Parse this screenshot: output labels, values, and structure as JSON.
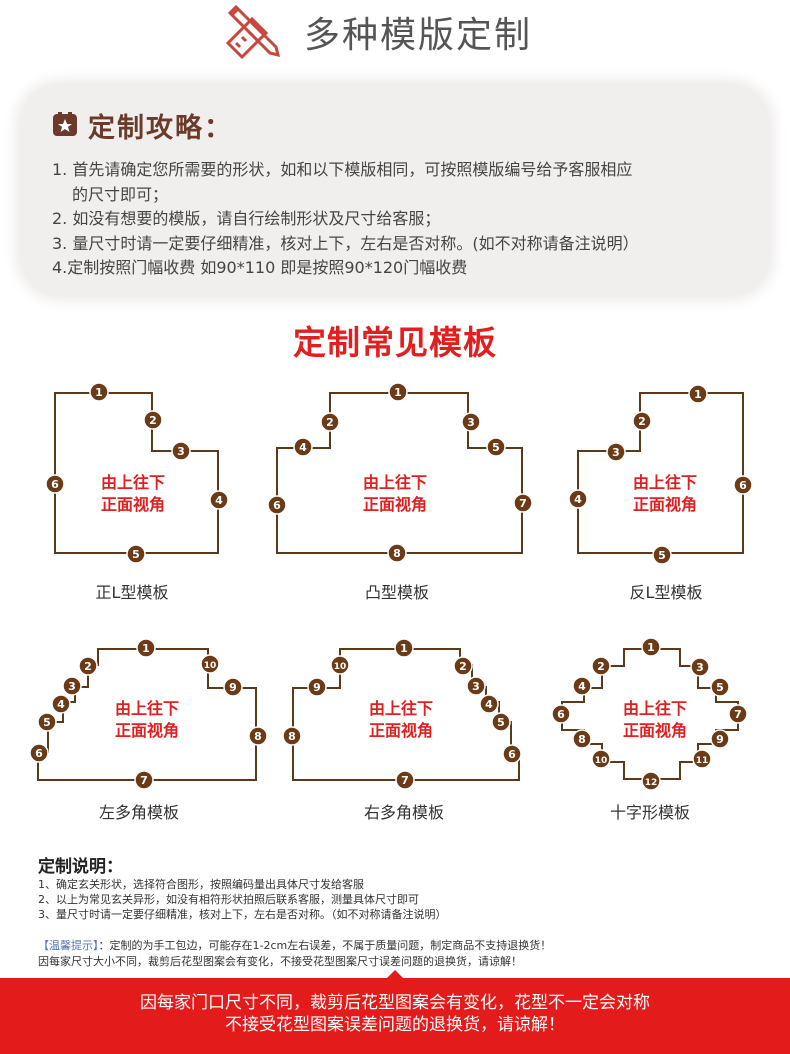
{
  "header": {
    "title": "多种模版定制",
    "icon": "ruler-pencil-icon",
    "color": "#555555"
  },
  "guide": {
    "title": "定制攻略：",
    "icon": "star-badge-icon",
    "items": [
      "1. 首先请确定您所需要的形状，如和以下模版相同，可按照模版编号给予客服相应",
      "的尺寸即可；",
      "2. 如没有想要的模版，请自行绘制形状及尺寸给客服；",
      "3. 量尺寸时请一定要仔细精准，核对上下，左右是否对称。(如不对称请备注说明）",
      "4.定制按照门幅收费  如90*110  即是按照90*120门幅收费"
    ]
  },
  "section_title": "定制常见模板",
  "center_text": [
    "由上往下",
    "正面视角"
  ],
  "colors": {
    "outline": "#5a3a1a",
    "badge": "#6b3a16",
    "accent_red": "#e21f1f",
    "footer_bg": "#e31b1b"
  },
  "templates": [
    {
      "name": "正L型模板",
      "badges": [
        "1",
        "2",
        "3",
        "4",
        "5",
        "6"
      ]
    },
    {
      "name": "凸型模板",
      "badges": [
        "1",
        "2",
        "3",
        "4",
        "5",
        "6",
        "7",
        "8"
      ]
    },
    {
      "name": "反L型模板",
      "badges": [
        "1",
        "2",
        "3",
        "4",
        "5",
        "6"
      ]
    },
    {
      "name": "左多角模板",
      "badges": [
        "1",
        "2",
        "3",
        "4",
        "5",
        "6",
        "7",
        "8",
        "9",
        "10"
      ]
    },
    {
      "name": "右多角模板",
      "badges": [
        "1",
        "2",
        "3",
        "4",
        "5",
        "6",
        "7",
        "8",
        "9",
        "10"
      ]
    },
    {
      "name": "十字形模板",
      "badges": [
        "1",
        "2",
        "3",
        "4",
        "5",
        "6",
        "7",
        "8",
        "9",
        "10",
        "11",
        "12"
      ]
    }
  ],
  "notes": {
    "title": "定制说明：",
    "lines": [
      "1、确定玄关形状，选择符合图形，按照编码量出具体尺寸发给客服",
      "2、以上为常见玄关异形，如没有相符形状拍照后联系客服，测量具体尺寸即可",
      "3、量尺寸时请一定要仔细精准，核对上下，左右是否对称。（如不对称请备注说明）"
    ]
  },
  "tips": {
    "label": "【温馨提示】",
    "line1": "：定制的为手工包边，可能存在1-2cm左右误差，不属于质量问题，制定商品不支持退换货！",
    "line2": "因每家尺寸大小不同，裁剪后花型图案会有变化，不接受花型图案尺寸误差问题的退换货，请谅解！"
  },
  "footer": {
    "line1": "因每家门口尺寸不同，裁剪后花型图案会有变化，花型不一定会对称",
    "line2": "不接受花型图案误差问题的退换货，请谅解！"
  }
}
